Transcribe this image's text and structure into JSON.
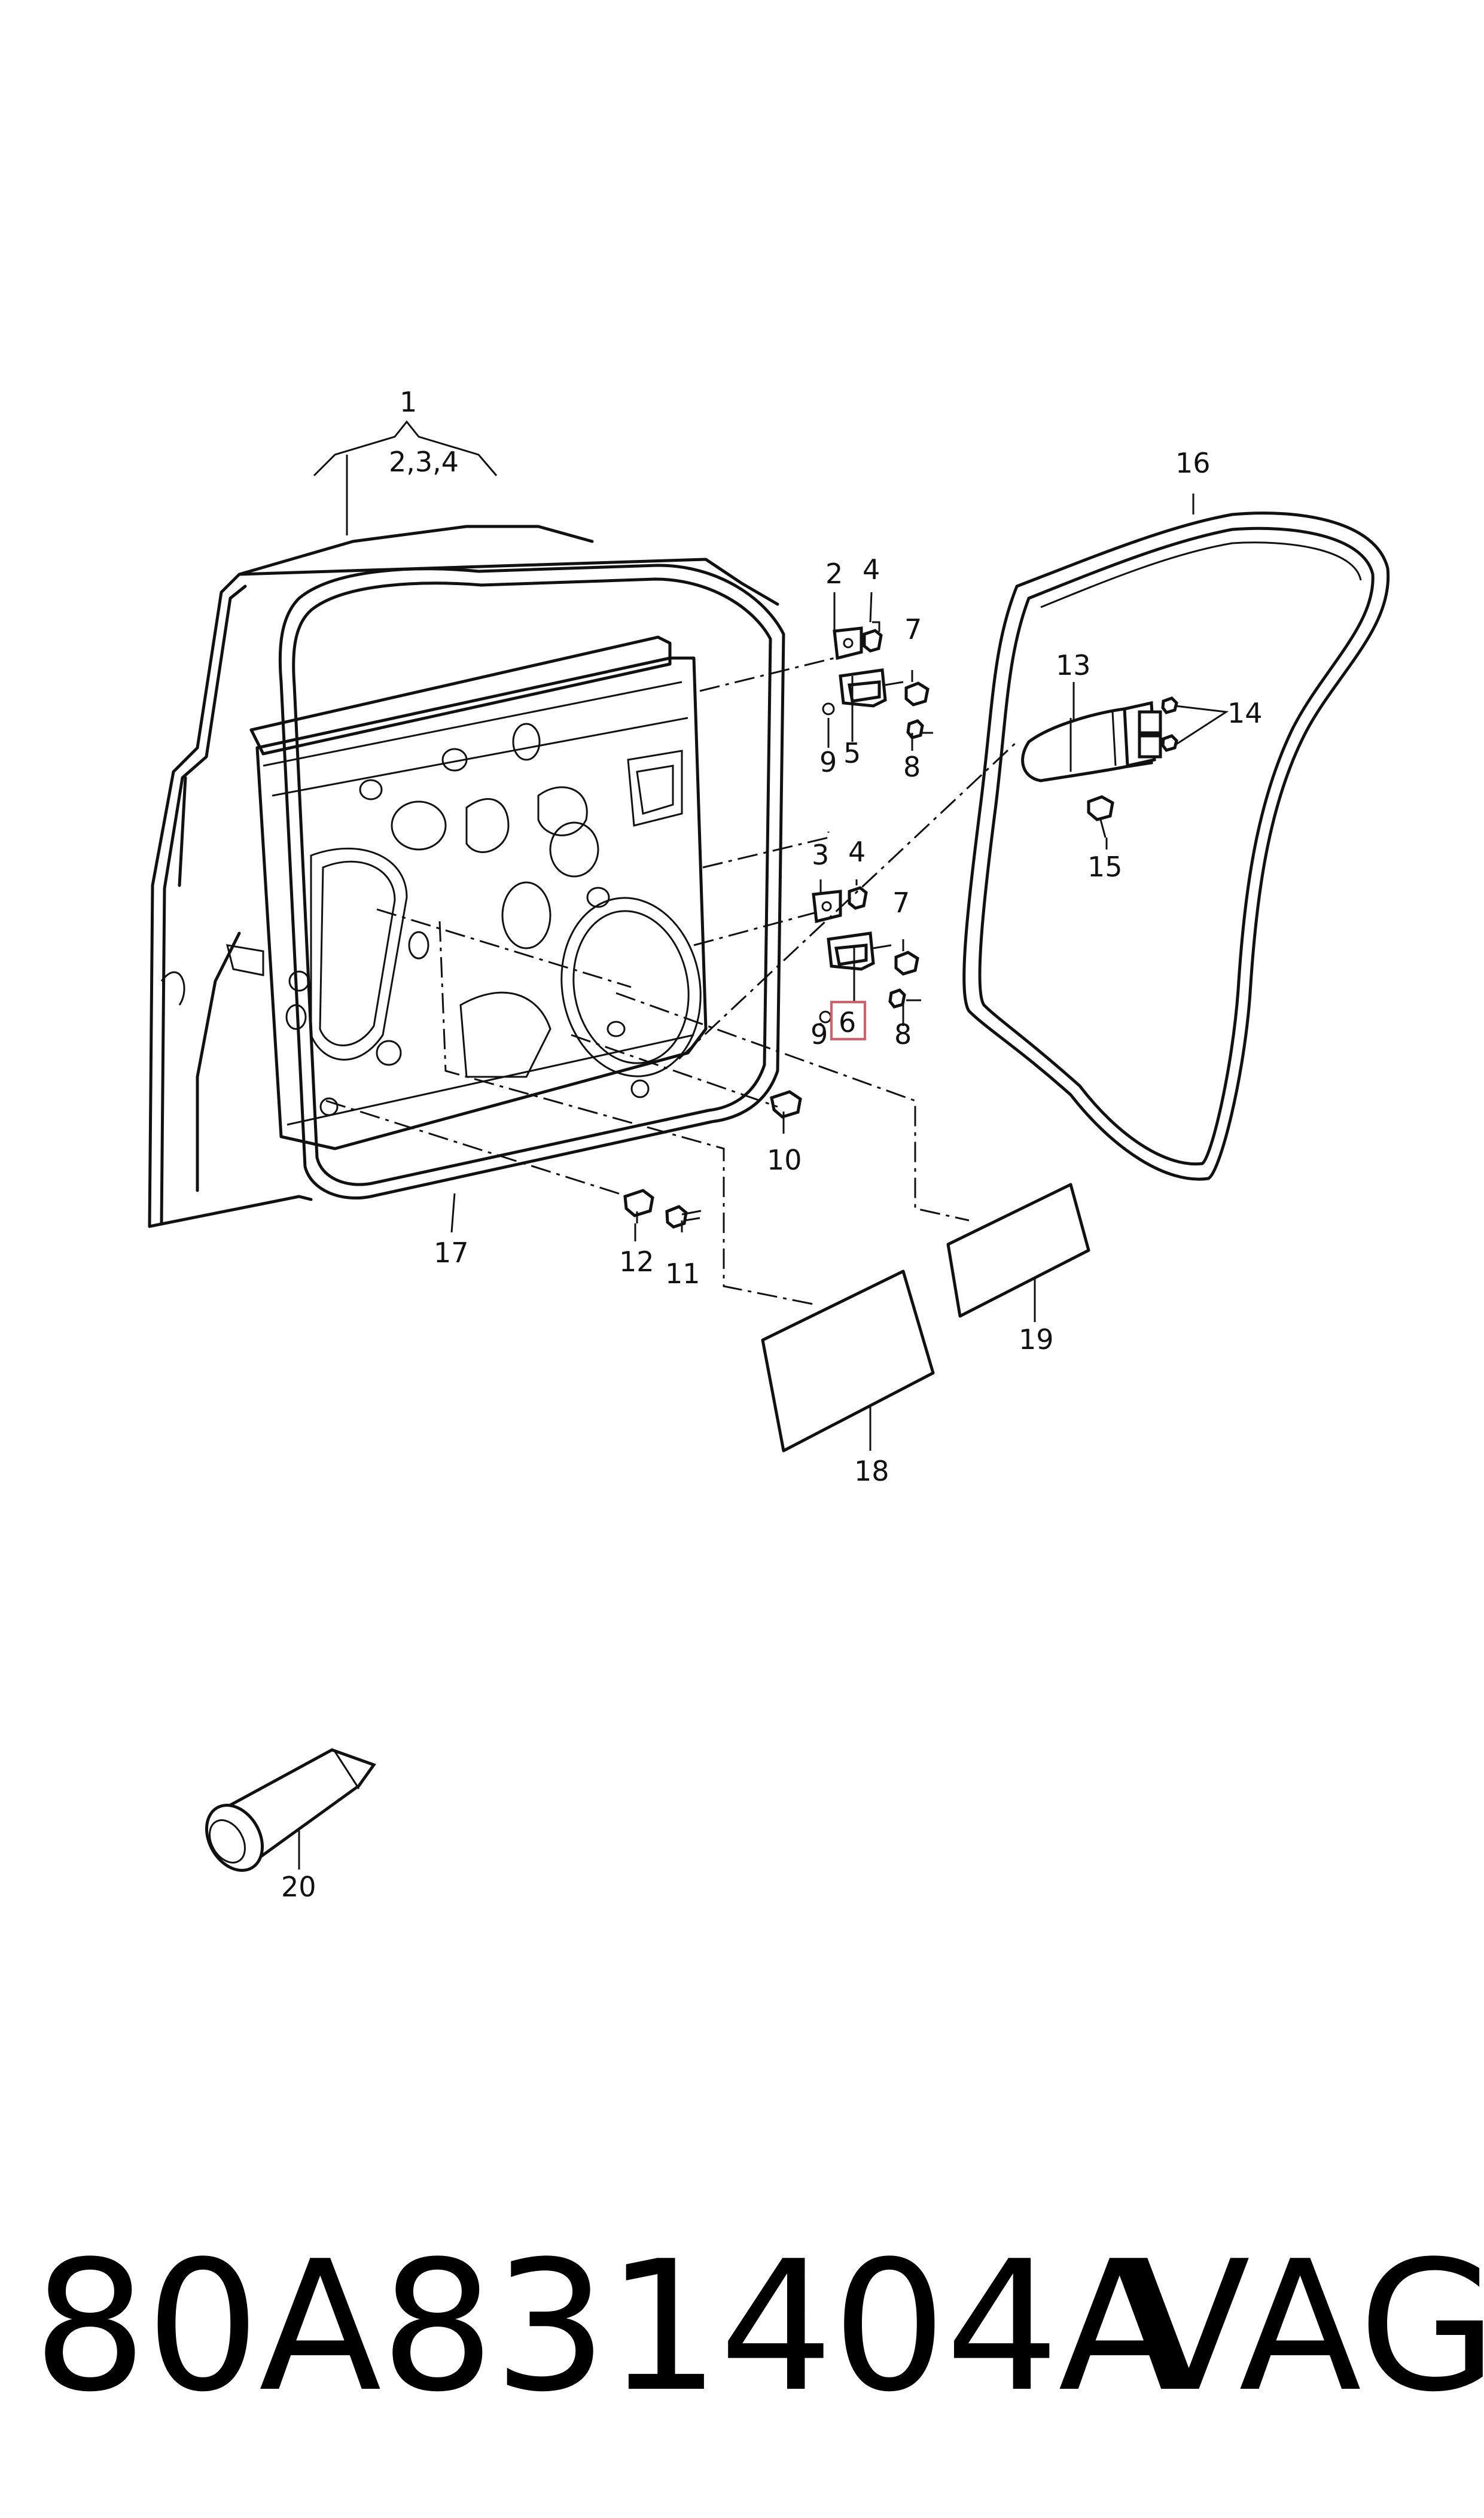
{
  "callouts": {
    "c1": "1",
    "c1_sub": "2,3,4",
    "c2": "2",
    "c3": "3",
    "c4a": "4",
    "c4b": "4",
    "c5": "5",
    "c6": "6",
    "c7a": "7",
    "c7b": "7",
    "c8a": "8",
    "c8b": "8",
    "c9a": "9",
    "c9b": "9",
    "c10": "10",
    "c11": "11",
    "c12": "12",
    "c13": "13",
    "c14": "14",
    "c15": "15",
    "c16": "16",
    "c17": "17",
    "c18": "18",
    "c19": "19",
    "c20": "20"
  },
  "highlight_color": "#e05a66",
  "footer": {
    "part_number": "80A831404A",
    "brand": "VAG"
  }
}
